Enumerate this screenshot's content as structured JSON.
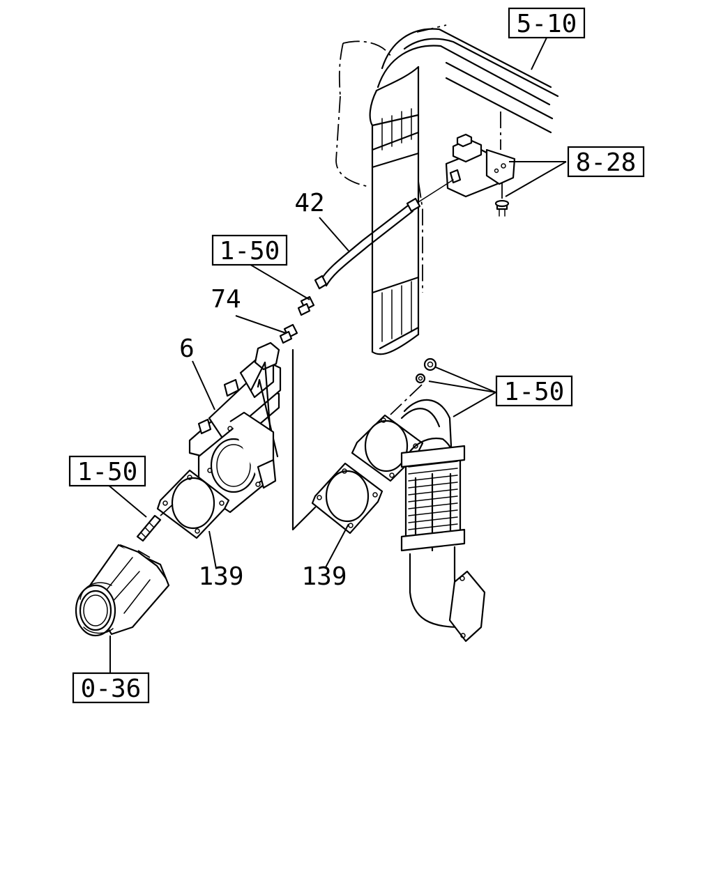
{
  "diagram": {
    "callouts": [
      {
        "id": "ref-5-10",
        "text": "5-10",
        "boxed": true
      },
      {
        "id": "ref-8-28",
        "text": "8-28",
        "boxed": true
      },
      {
        "id": "part-42",
        "text": "42",
        "boxed": false
      },
      {
        "id": "ref-1-50-a",
        "text": "1-50",
        "boxed": true
      },
      {
        "id": "part-74",
        "text": "74",
        "boxed": false
      },
      {
        "id": "part-6",
        "text": "6",
        "boxed": false
      },
      {
        "id": "ref-1-50-b",
        "text": "1-50",
        "boxed": true
      },
      {
        "id": "ref-1-50-c",
        "text": "1-50",
        "boxed": true
      },
      {
        "id": "part-139-a",
        "text": "139",
        "boxed": false
      },
      {
        "id": "part-139-b",
        "text": "139",
        "boxed": false
      },
      {
        "id": "ref-0-36",
        "text": "0-36",
        "boxed": true
      }
    ]
  }
}
